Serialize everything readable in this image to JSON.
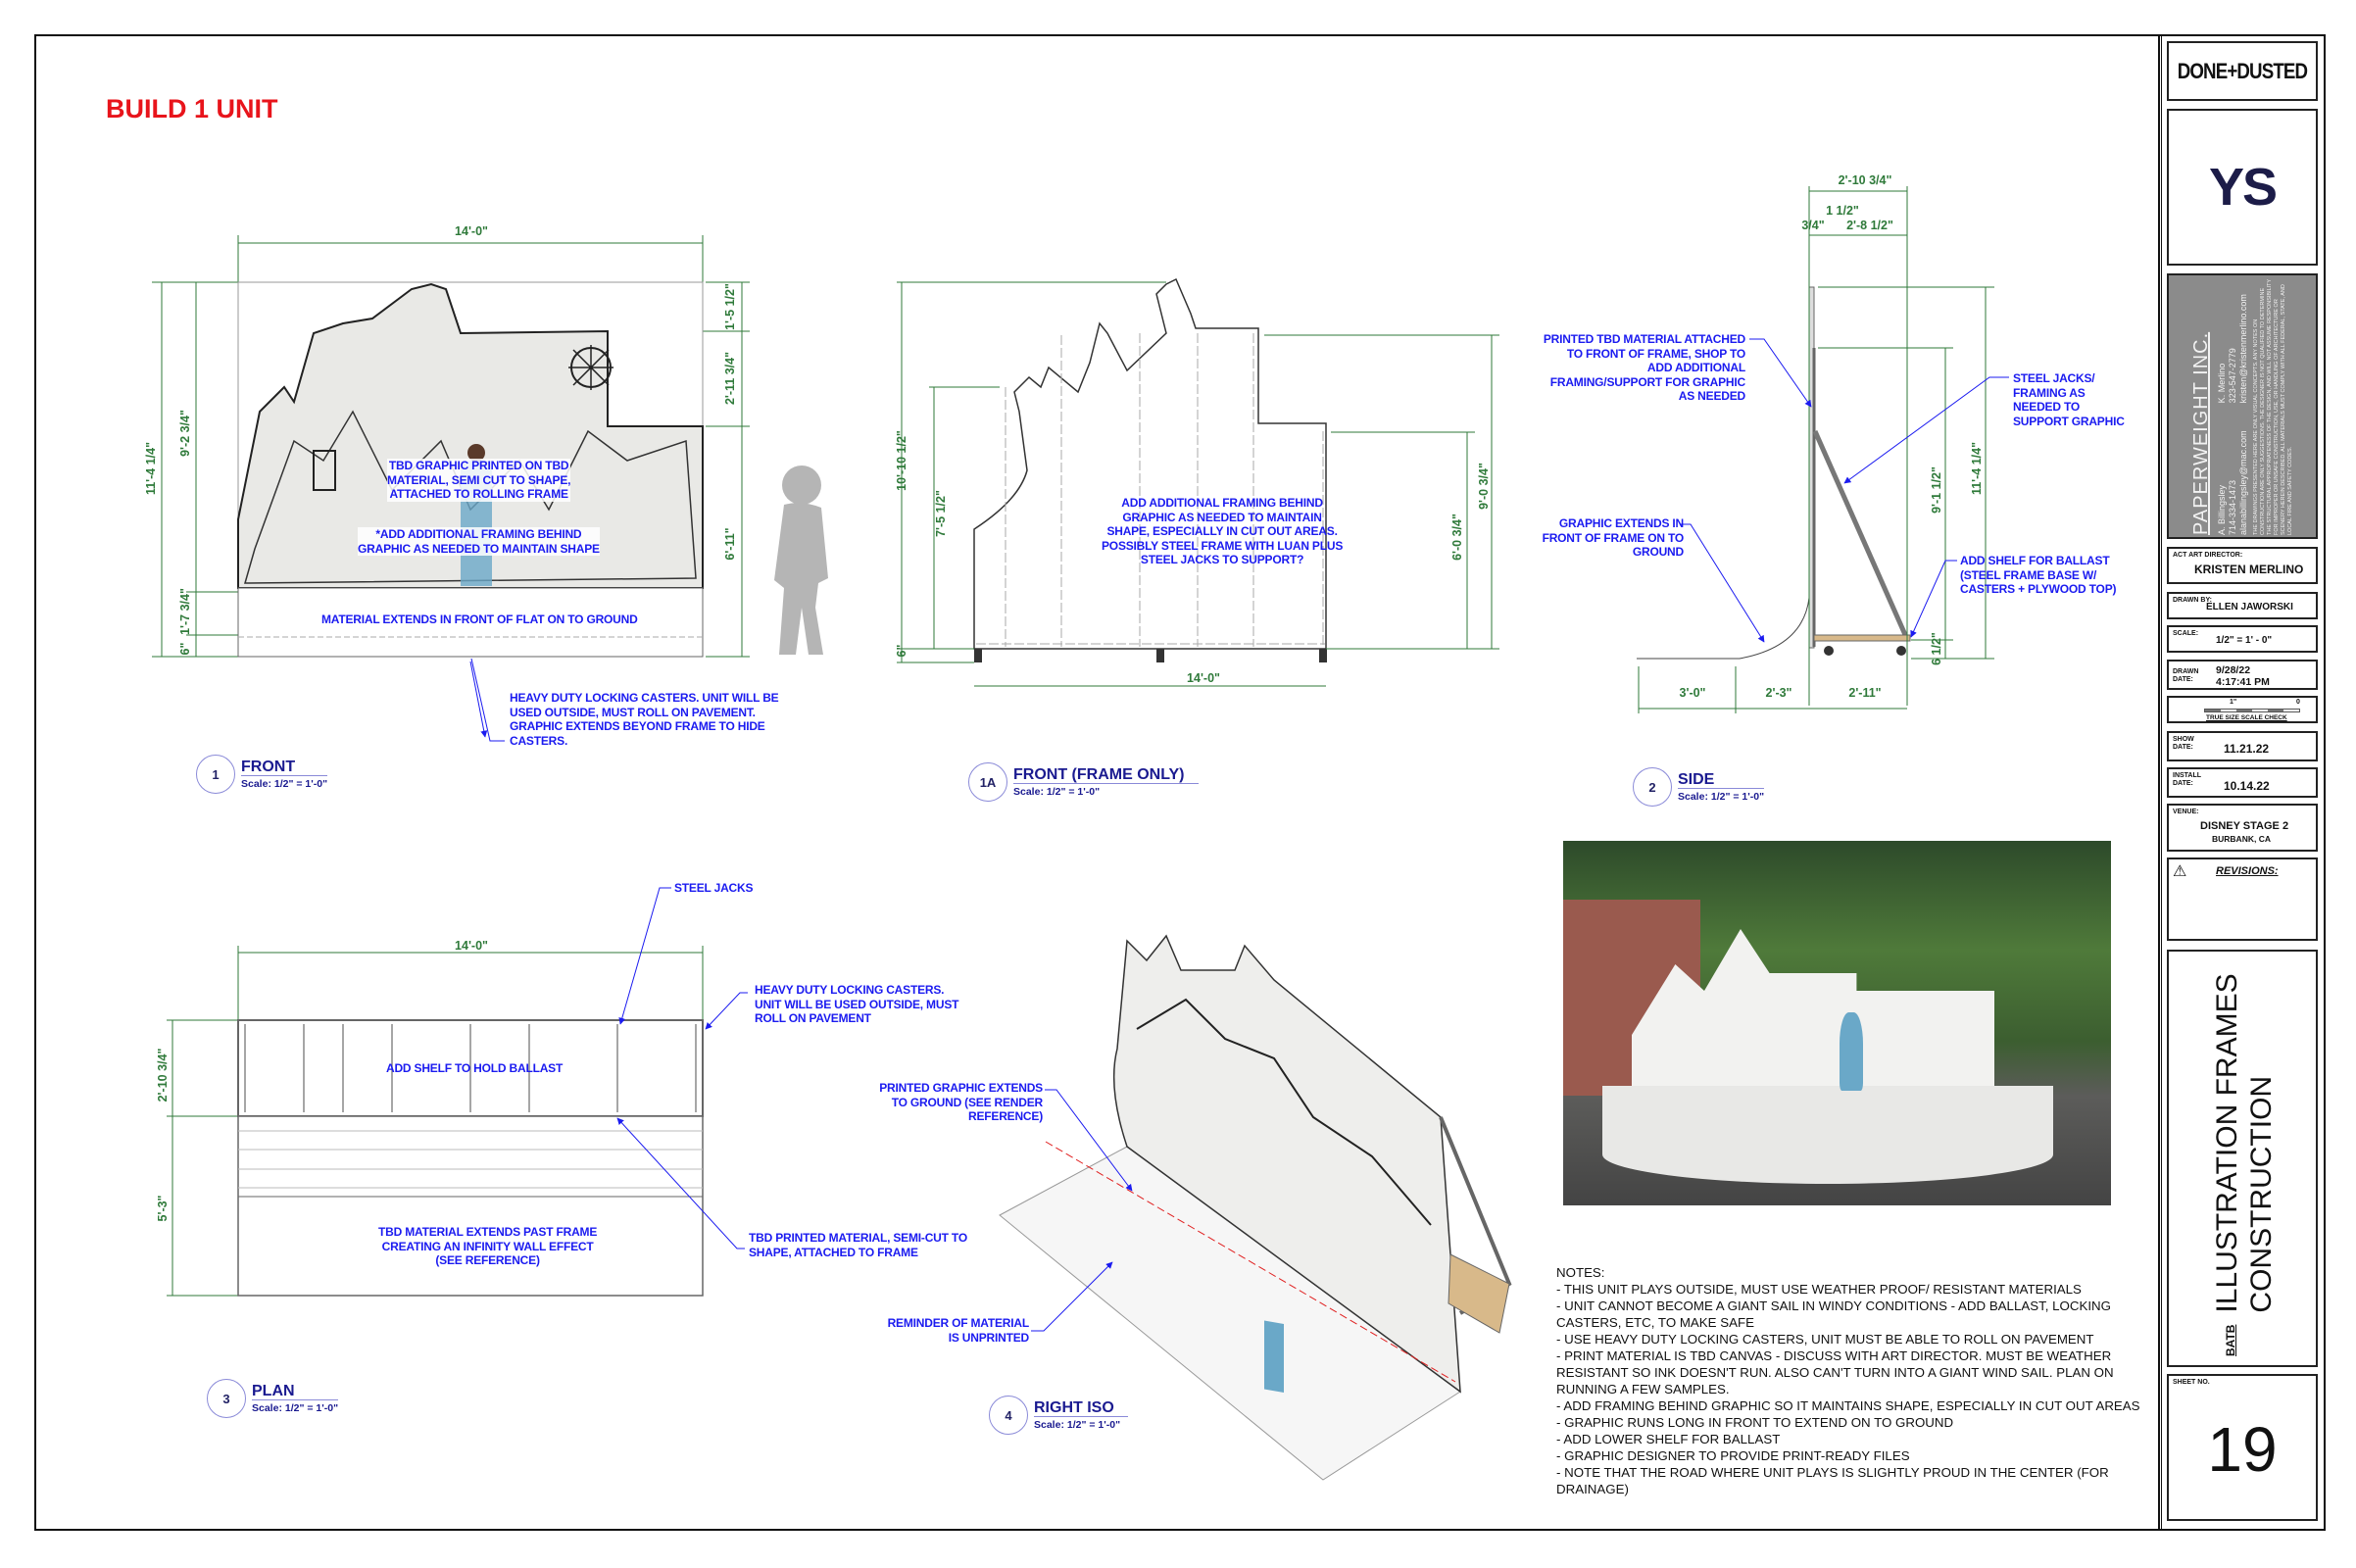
{
  "sheet_header": "BUILD 1 UNIT",
  "views": {
    "front": {
      "number": "1",
      "title": "FRONT",
      "scale": "Scale: 1/2\" = 1'-0\"",
      "dims": {
        "width": "14'-0\"",
        "overall_height": "11'-4 1/4\"",
        "graphic_height": "9'-2 3/4\"",
        "ground_run": "1'-7 3/4\"",
        "caster": "6\"",
        "top_step": "1'-5 1/2\"",
        "mid_step": "2'-11 3/4\"",
        "low_step": "6'-11\""
      },
      "notes": {
        "graphic": "TBD GRAPHIC PRINTED ON TBD\nMATERIAL, SEMI CUT TO SHAPE,\nATTACHED TO ROLLING FRAME",
        "framing": "*ADD ADDITIONAL FRAMING BEHIND\nGRAPHIC AS NEEDED TO MAINTAIN SHAPE",
        "ground": "MATERIAL EXTENDS IN FRONT OF FLAT ON TO GROUND",
        "casters": "HEAVY DUTY LOCKING CASTERS. UNIT WILL BE\nUSED OUTSIDE, MUST ROLL ON PAVEMENT.\nGRAPHIC EXTENDS BEYOND FRAME TO HIDE\nCASTERS."
      }
    },
    "front_frame": {
      "number": "1A",
      "title": "FRONT (FRAME ONLY)",
      "scale": "Scale: 1/2\" = 1'-0\"",
      "dims": {
        "overall_height": "10'-10 1/2\"",
        "left_height": "7'-5 1/2\"",
        "caster": "6\"",
        "width": "14'-0\"",
        "right_upper": "9'-0 3/4\"",
        "right_lower": "6'-0 3/4\""
      },
      "note": "ADD ADDITIONAL FRAMING BEHIND\nGRAPHIC AS NEEDED TO MAINTAIN\nSHAPE, ESPECIALLY IN CUT OUT AREAS.\nPOSSIBLY STEEL FRAME WITH LUAN PLUS\nSTEEL JACKS TO SUPPORT?"
    },
    "side": {
      "number": "2",
      "title": "SIDE",
      "scale": "Scale: 1/2\" = 1'-0\"",
      "dims": {
        "depth": "2'-10 3/4\"",
        "frame": "1 1/2\"",
        "skin": "3/4\"",
        "base": "2'-8 1/2\"",
        "overall_height": "11'-4 1/4\"",
        "jack_height": "9'-1 1/2\"",
        "caster": "6 1/2\"",
        "run_a": "3'-0\"",
        "run_b": "2'-3\"",
        "run_c": "2'-11\""
      },
      "notes": {
        "printed": "PRINTED TBD MATERIAL ATTACHED\nTO FRONT OF FRAME, SHOP TO\nADD ADDITIONAL\nFRAMING/SUPPORT FOR GRAPHIC\nAS NEEDED",
        "jacks": "STEEL JACKS/\nFRAMING AS\nNEEDED TO\nSUPPORT GRAPHIC",
        "extends": "GRAPHIC EXTENDS IN\nFRONT OF FRAME ON TO\nGROUND",
        "shelf": "ADD SHELF FOR BALLAST\n(STEEL FRAME BASE W/\nCASTERS + PLYWOOD TOP)"
      }
    },
    "plan": {
      "number": "3",
      "title": "PLAN",
      "scale": "Scale: 1/2\" = 1'-0\"",
      "dims": {
        "width": "14'-0\"",
        "frame_depth": "2'-10 3/4\"",
        "ground_depth": "5'-3\""
      },
      "notes": {
        "jacks": "STEEL JACKS",
        "casters": "HEAVY DUTY LOCKING CASTERS.\nUNIT WILL BE USED OUTSIDE, MUST\nROLL ON PAVEMENT",
        "shelf": "ADD SHELF TO HOLD BALLAST",
        "infinity": "TBD MATERIAL EXTENDS PAST FRAME\nCREATING AN INFINITY WALL EFFECT\n(SEE REFERENCE)",
        "printed": "TBD PRINTED MATERIAL, SEMI-CUT TO\nSHAPE, ATTACHED TO FRAME"
      }
    },
    "iso": {
      "number": "4",
      "title": "RIGHT ISO",
      "scale": "Scale: 1/2\" = 1'-0\"",
      "notes": {
        "extends": "PRINTED GRAPHIC EXTENDS\nTO GROUND (SEE RENDER\nREFERENCE)",
        "unprinted": "REMINDER OF MATERIAL\nIS UNPRINTED"
      }
    }
  },
  "notes": {
    "heading": "NOTES:",
    "items": [
      "- THIS UNIT PLAYS OUTSIDE, MUST USE WEATHER PROOF/ RESISTANT MATERIALS",
      "- UNIT CANNOT BECOME A GIANT SAIL IN WINDY CONDITIONS - ADD BALLAST, LOCKING CASTERS, ETC, TO MAKE SAFE",
      "- USE HEAVY DUTY LOCKING CASTERS, UNIT MUST BE ABLE TO ROLL ON PAVEMENT",
      "- PRINT MATERIAL IS TBD CANVAS - DISCUSS WITH ART DIRECTOR. MUST BE WEATHER RESISTANT SO INK DOESN'T RUN. ALSO CAN'T TURN INTO A GIANT WIND SAIL. PLAN ON RUNNING A FEW SAMPLES.",
      "- ADD FRAMING BEHIND GRAPHIC SO IT MAINTAINS SHAPE, ESPECIALLY IN CUT OUT AREAS",
      "- GRAPHIC RUNS LONG IN FRONT TO EXTEND ON TO GROUND",
      "- ADD LOWER SHELF FOR BALLAST",
      "- GRAPHIC DESIGNER TO PROVIDE PRINT-READY FILES",
      "- NOTE THAT THE ROAD WHERE UNIT PLAYS IS SLIGHTLY PROUD IN THE CENTER (FOR DRAINAGE)"
    ]
  },
  "title_block": {
    "logo_a": "DONE+DUSTED",
    "logo_b": "YS",
    "company": {
      "name": "PAPERWEIGHT INC.",
      "contact_1": {
        "name": "A. Billingsley",
        "phone": "714-334-1473",
        "email": "alanabillingsley@mac.com"
      },
      "contact_2": {
        "name": "K. Merlino",
        "phone": "323-547-2779",
        "email": "kristen@kristenmerlino.com"
      },
      "disclaimer": "THE DRAWINGS PRESENTED HERE ARE ONLY VISUAL CONCEPTS. ANY NOTES ON CONSTRUCTION ARE ONLY SUGGESTIONS. THE DESIGNER IS NOT QUALIFIED TO DETERMINE THE STRUCTURAL APPROPRIATENESS OF THE DESIGN, AND WILL NOT ASSUME RESPONSIBILITY FOR IMPROPER OR UNSAFE CONSTRUCTION, USE, OR HANDLING OF ARCHITECTURE OR SCENERY HEREIN DESCRIBED. ALL MATERIALS MUST COMPLY WITH ALL FEDERAL, STATE, AND LOCAL FIRE AND SAFETY CODES."
    },
    "art_director_label": "ACT ART DIRECTOR:",
    "art_director": "KRISTEN MERLINO",
    "drawn_by_label": "DRAWN BY:",
    "drawn_by": "ELLEN JAWORSKI",
    "scale_label": "SCALE:",
    "scale": "1/2\" = 1' - 0\"",
    "drawn_date_label": "DRAWN\nDATE:",
    "drawn_date": "9/28/22",
    "drawn_time": "4:17:41 PM",
    "scale_check": {
      "label": "TRUE SIZE SCALE CHECK",
      "mark_1": "1\"",
      "mark_0": "0"
    },
    "show_date_label": "SHOW\nDATE:",
    "show_date": "11.21.22",
    "install_date_label": "INSTALL\nDATE:",
    "install_date": "10.14.22",
    "venue_label": "VENUE:",
    "venue": "DISNEY STAGE 2",
    "venue_city": "BURBANK, CA",
    "revisions_label": "REVISIONS:",
    "project_code": "BATB",
    "title_line_1": "ILLUSTRATION FRAMES",
    "title_line_2": "CONSTRUCTION",
    "sheet_label": "SHEET NO.",
    "sheet_no": "19"
  },
  "colors": {
    "annotation": "#1b1bf0",
    "dimension": "#2f7a3a",
    "header": "#e8141b",
    "label": "#1a1a90"
  }
}
